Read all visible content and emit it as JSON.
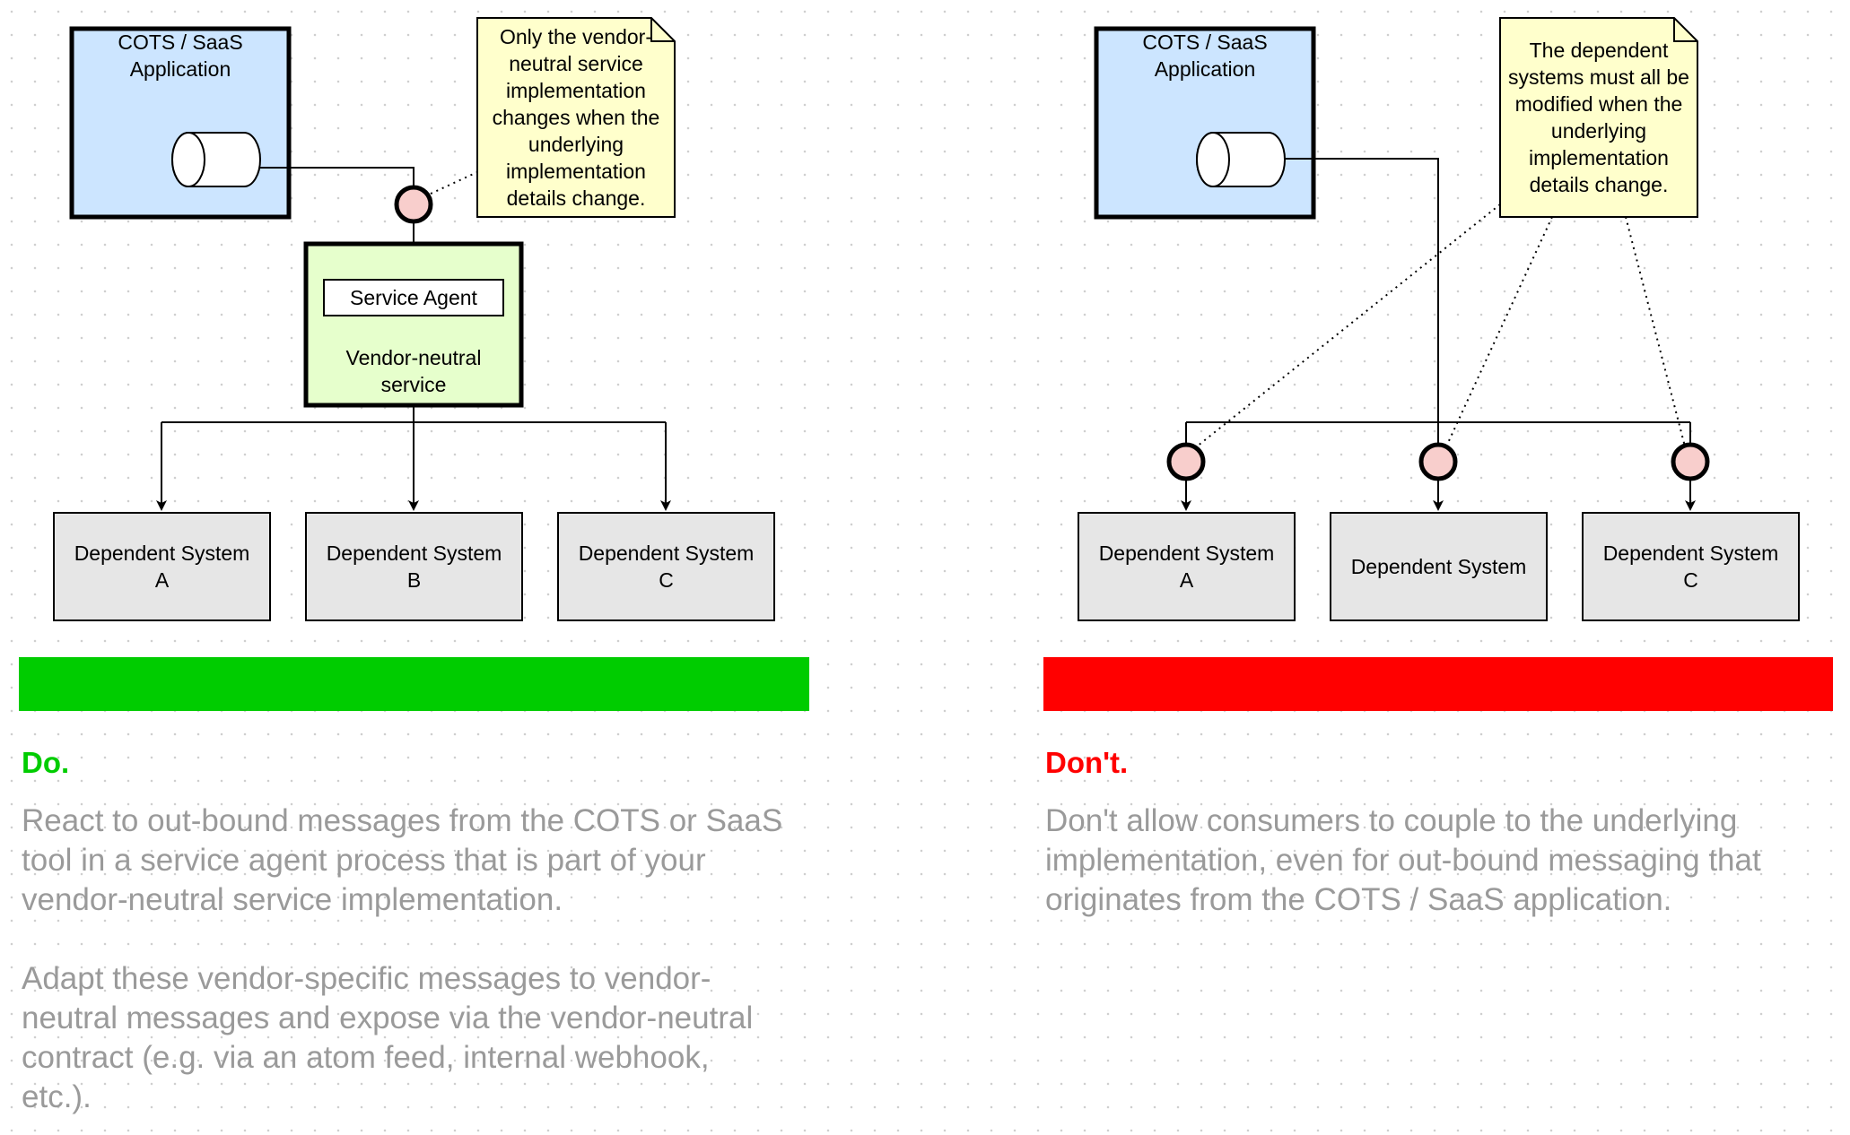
{
  "colors": {
    "do_green": "#00cc00",
    "dont_red": "#ff0000",
    "app_fill": "#cce5ff",
    "service_fill": "#e6ffcc",
    "note_fill": "#ffffcc",
    "system_fill": "#e6e6e6",
    "endpoint_fill": "#f8cecc",
    "body_text": "#9a9a9a"
  },
  "left": {
    "app_label": "COTS / SaaS\nApplication",
    "note": "Only the vendor-\nneutral service\nimplementation\nchanges when the\nunderlying\nimplementation\ndetails change.",
    "service_agent": "Service Agent",
    "service_label": "Vendor-neutral\nservice",
    "systems": [
      "Dependent System\nA",
      "Dependent System\nB",
      "Dependent System\nC"
    ],
    "heading": "Do.",
    "paragraphs": [
      "React to out-bound messages from the COTS or SaaS tool in a service agent process that is part of your vendor-neutral service implementation.",
      "Adapt these vendor-specific messages to vendor-neutral messages and expose via the vendor-neutral contract (e.g. via an atom feed, internal webhook, etc.)."
    ]
  },
  "right": {
    "app_label": "COTS / SaaS\nApplication",
    "note": "The dependent\nsystems must all be\nmodified when the\nunderlying\nimplementation\ndetails change.",
    "systems": [
      "Dependent System\nA",
      "Dependent System",
      "Dependent System\nC"
    ],
    "heading": "Don't.",
    "paragraphs": [
      "Don't allow consumers to couple to the underlying implementation, even for out-bound messaging that originates from the COTS / SaaS application."
    ]
  }
}
